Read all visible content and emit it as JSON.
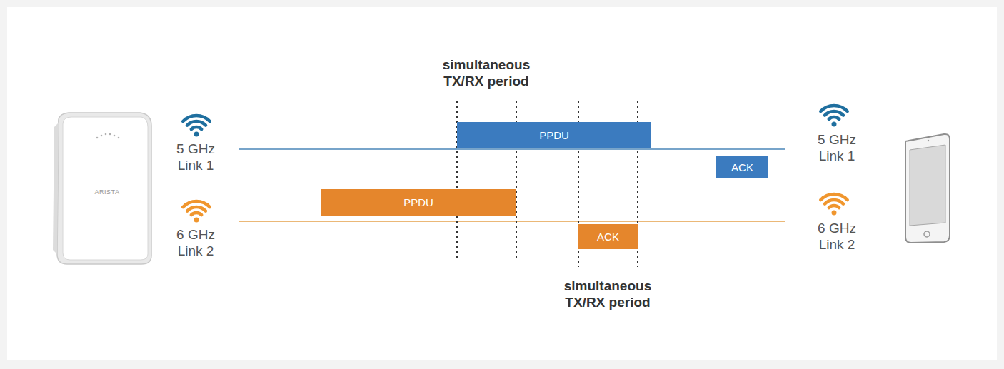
{
  "diagram": {
    "nodes": [
      {
        "text": [
          "PPDU"
        ]
      },
      {
        "text": [
          "ACK"
        ]
      },
      {
        "text": [
          "PPDU"
        ]
      },
      {
        "text": [
          "ACK"
        ]
      }
    ],
    "labels": [
      "simultaneous TX/RX period",
      "5 GHz Link 1",
      "6 GHz Link 2",
      "ARISTA",
      "5 GHz Link 1",
      "6 GHz Link 2",
      "simultaneous TX/RX period"
    ]
  }
}
